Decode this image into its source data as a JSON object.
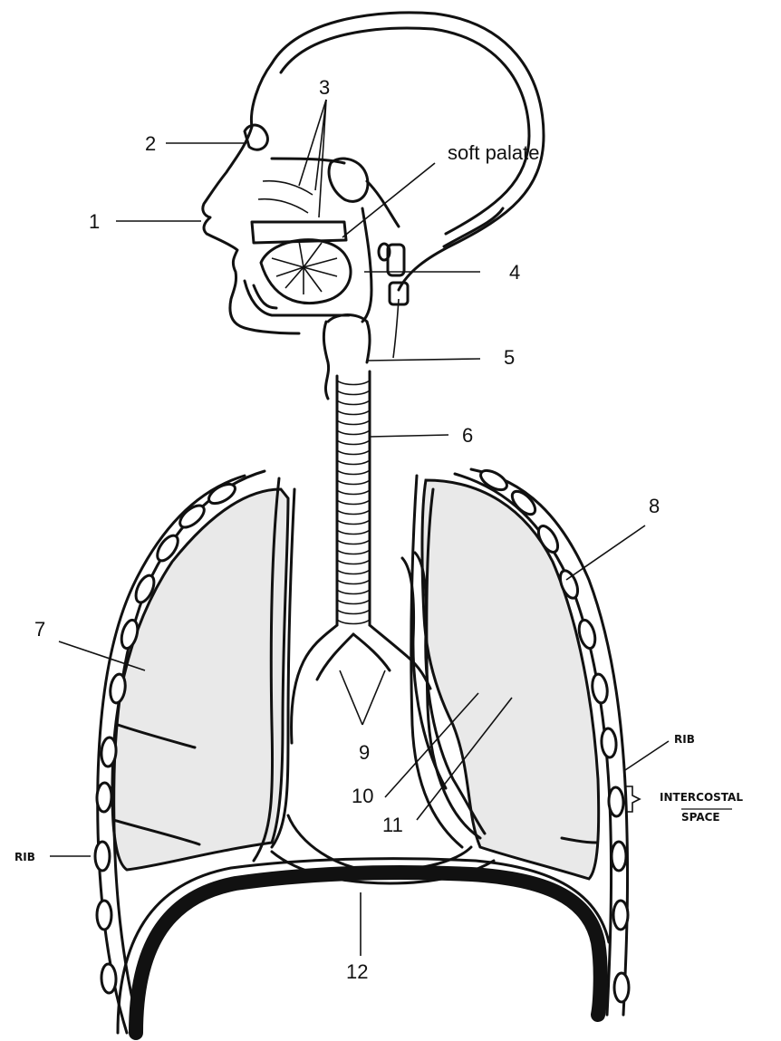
{
  "labels": {
    "l1": "1",
    "l2": "2",
    "l3": "3",
    "l4": "4",
    "l5": "5",
    "l6": "6",
    "l7": "7",
    "l8": "8",
    "l9": "9",
    "l10": "10",
    "l11": "11",
    "l12": "12",
    "soft_palate": "soft palate",
    "rib_right": "RIB",
    "rib_left": "RIB",
    "intercostal_line1": "INTERCOSTAL",
    "intercostal_line2": "SPACE"
  },
  "colors": {
    "ink": "#111111",
    "lung_fill": "#e9e9e9",
    "bronchi": "#555555"
  }
}
